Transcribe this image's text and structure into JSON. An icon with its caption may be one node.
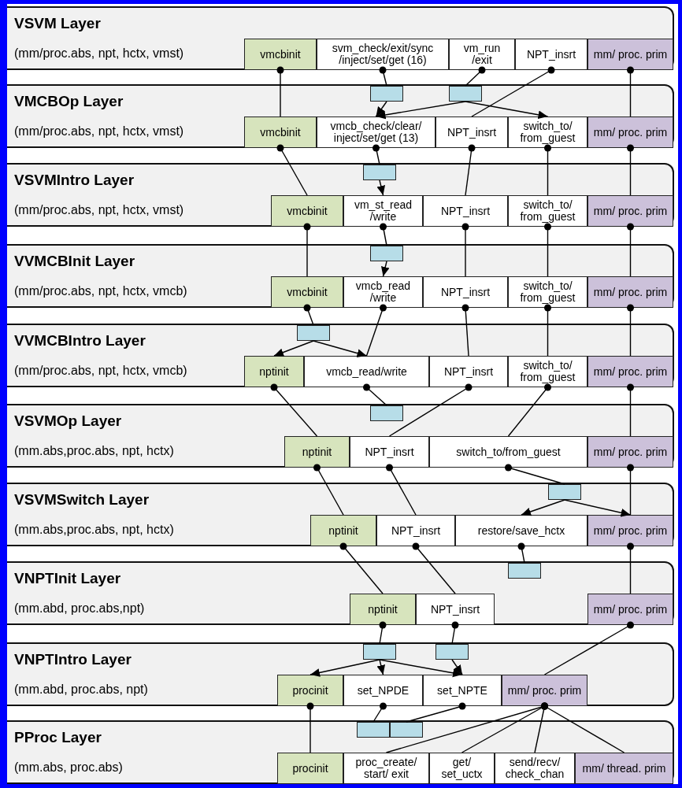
{
  "diagram": {
    "nodes": [
      {
        "text": [
          "VSVM Layer",
          "(mm/proc.abs, npt, hctx, vmst)"
        ]
      },
      {
        "text": [
          "vmcbinit"
        ],
        "in": 0
      },
      {
        "text": [
          "svm_check/exit/sync /inject/set/get (16)"
        ],
        "in": 0
      },
      {
        "text": [
          "vm_run /exit"
        ],
        "in": 0
      },
      {
        "text": [
          "NPT_insrt"
        ],
        "in": 0
      },
      {
        "text": [
          "mm/ proc. prim"
        ],
        "in": 0
      },
      {
        "text": [
          "VMCBOp Layer",
          "(mm/proc.abs, npt, hctx, vmst)"
        ]
      },
      {
        "text": [],
        "shape": "box",
        "in": 6
      },
      {
        "text": [],
        "shape": "box",
        "in": 6
      },
      {
        "text": [
          "vmcbinit"
        ],
        "in": 6
      },
      {
        "text": [
          "vmcb_check/clear/ inject/set/get (13)"
        ],
        "in": 6
      },
      {
        "text": [
          "NPT_insrt"
        ],
        "in": 6
      },
      {
        "text": [
          "switch_to/ from_guest"
        ],
        "in": 6
      },
      {
        "text": [
          "mm/ proc. prim"
        ],
        "in": 6
      },
      {
        "text": [
          "VSVMIntro Layer",
          "(mm/proc.abs, npt, hctx, vmst)"
        ]
      },
      {
        "text": [],
        "shape": "box",
        "in": 14
      },
      {
        "text": [
          "vmcbinit"
        ],
        "in": 14
      },
      {
        "text": [
          "vm_st_read /write"
        ],
        "in": 14
      },
      {
        "text": [
          "NPT_insrt"
        ],
        "in": 14
      },
      {
        "text": [
          "switch_to/ from_guest"
        ],
        "in": 14
      },
      {
        "text": [
          "mm/ proc. prim"
        ],
        "in": 14
      },
      {
        "text": [
          "VVMCBInit Layer",
          "(mm/proc.abs, npt, hctx, vmcb)"
        ]
      },
      {
        "text": [],
        "shape": "box",
        "in": 21
      },
      {
        "text": [
          "vmcbinit"
        ],
        "in": 21
      },
      {
        "text": [
          "vmcb_read /write"
        ],
        "in": 21
      },
      {
        "text": [
          "NPT_insrt"
        ],
        "in": 21
      },
      {
        "text": [
          "switch_to/ from_guest"
        ],
        "in": 21
      },
      {
        "text": [
          "mm/ proc. prim"
        ],
        "in": 21
      },
      {
        "text": [
          "VVMCBIntro Layer",
          "(mm/proc.abs, npt, hctx, vmcb)"
        ]
      },
      {
        "text": [],
        "shape": "box",
        "in": 28
      },
      {
        "text": [
          "nptinit"
        ],
        "in": 28
      },
      {
        "text": [
          "vmcb_read/write"
        ],
        "in": 28
      },
      {
        "text": [
          "NPT_insrt"
        ],
        "in": 28
      },
      {
        "text": [
          "switch_to/ from_guest"
        ],
        "in": 28
      },
      {
        "text": [
          "mm/ proc. prim"
        ],
        "in": 28
      },
      {
        "text": [
          "VSVMOp Layer",
          "(mm.abs,proc.abs, npt, hctx)"
        ]
      },
      {
        "text": [],
        "shape": "box",
        "in": 35
      },
      {
        "text": [
          "nptinit"
        ],
        "in": 35
      },
      {
        "text": [
          "NPT_insrt"
        ],
        "in": 35
      },
      {
        "text": [
          "switch_to/from_guest"
        ],
        "in": 35
      },
      {
        "text": [
          "mm/ proc. prim"
        ],
        "in": 35
      },
      {
        "text": [
          "VSVMSwitch Layer",
          "(mm.abs,proc.abs, npt, hctx)"
        ]
      },
      {
        "text": [],
        "shape": "box",
        "in": 41
      },
      {
        "text": [
          "nptinit"
        ],
        "in": 41
      },
      {
        "text": [
          "NPT_insrt"
        ],
        "in": 41
      },
      {
        "text": [
          "restore/save_hctx"
        ],
        "in": 41
      },
      {
        "text": [
          "mm/ proc. prim"
        ],
        "in": 41
      },
      {
        "text": [
          "VNPTInit Layer",
          "(mm.abd, proc.abs,npt)"
        ]
      },
      {
        "text": [],
        "shape": "box",
        "in": 47
      },
      {
        "text": [
          "nptinit"
        ],
        "in": 47
      },
      {
        "text": [
          "NPT_insrt"
        ],
        "in": 47
      },
      {
        "text": [
          "mm/ proc. prim"
        ],
        "in": 47
      },
      {
        "text": [
          "VNPTIntro Layer",
          "(mm.abd, proc.abs, npt)"
        ]
      },
      {
        "text": [],
        "shape": "box",
        "in": 52
      },
      {
        "text": [],
        "shape": "box",
        "in": 52
      },
      {
        "text": [
          "procinit"
        ],
        "in": 52
      },
      {
        "text": [
          "set_NPDE"
        ],
        "in": 52
      },
      {
        "text": [
          "set_NPTE"
        ],
        "in": 52
      },
      {
        "text": [
          "mm/ proc. prim"
        ],
        "in": 52
      },
      {
        "text": [
          "PProc Layer",
          "(mm.abs, proc.abs)"
        ]
      },
      {
        "text": [],
        "shape": "box",
        "in": 59
      },
      {
        "text": [],
        "shape": "box",
        "in": 59
      },
      {
        "text": [
          "procinit"
        ],
        "in": 59
      },
      {
        "text": [
          "proc_create/ start/ exit"
        ],
        "in": 59
      },
      {
        "text": [
          "get/ set_uctx"
        ],
        "in": 59
      },
      {
        "text": [
          "send/recv/ check_chan"
        ],
        "in": 59
      },
      {
        "text": [
          "mm/ thread. prim"
        ],
        "in": 59
      }
    ],
    "edges": [
      {
        "from": 1,
        "to": 9,
        "arrow": "other"
      },
      {
        "from": 2,
        "to": 7,
        "arrow": "other"
      },
      {
        "from": 7,
        "to": 10,
        "arrow": "to"
      },
      {
        "from": 3,
        "to": 8,
        "arrow": "other"
      },
      {
        "from": 8,
        "to": 10,
        "arrow": "to"
      },
      {
        "from": 8,
        "to": 12,
        "arrow": "to"
      },
      {
        "from": 4,
        "to": 11,
        "arrow": "other"
      },
      {
        "from": 5,
        "to": 13,
        "arrow": "other"
      },
      {
        "from": 9,
        "to": 16,
        "arrow": "other"
      },
      {
        "from": 10,
        "to": 15,
        "arrow": "other"
      },
      {
        "from": 15,
        "to": 17,
        "arrow": "to"
      },
      {
        "from": 11,
        "to": 18,
        "arrow": "other"
      },
      {
        "from": 12,
        "to": 19,
        "arrow": "other"
      },
      {
        "from": 13,
        "to": 20,
        "arrow": "other"
      },
      {
        "from": 16,
        "to": 23,
        "arrow": "other"
      },
      {
        "from": 17,
        "to": 22,
        "arrow": "other"
      },
      {
        "from": 22,
        "to": 24,
        "arrow": "to"
      },
      {
        "from": 18,
        "to": 25,
        "arrow": "other"
      },
      {
        "from": 19,
        "to": 26,
        "arrow": "other"
      },
      {
        "from": 20,
        "to": 27,
        "arrow": "other"
      },
      {
        "from": 23,
        "to": 29,
        "arrow": "other"
      },
      {
        "from": 29,
        "to": 30,
        "arrow": "to"
      },
      {
        "from": 29,
        "to": 31,
        "arrow": "to"
      },
      {
        "from": 24,
        "to": 31,
        "arrow": "other"
      },
      {
        "from": 25,
        "to": 32,
        "arrow": "other"
      },
      {
        "from": 26,
        "to": 33,
        "arrow": "other"
      },
      {
        "from": 27,
        "to": 34,
        "arrow": "other"
      },
      {
        "from": 30,
        "to": 37,
        "arrow": "other"
      },
      {
        "from": 31,
        "to": 36,
        "arrow": "other"
      },
      {
        "from": 32,
        "to": 38,
        "arrow": "other"
      },
      {
        "from": 33,
        "to": 39,
        "arrow": "other"
      },
      {
        "from": 34,
        "to": 40,
        "arrow": "other"
      },
      {
        "from": 37,
        "to": 43,
        "arrow": "other"
      },
      {
        "from": 38,
        "to": 44,
        "arrow": "other"
      },
      {
        "from": 39,
        "to": 42,
        "arrow": "other"
      },
      {
        "from": 42,
        "to": 45,
        "arrow": "to"
      },
      {
        "from": 42,
        "to": 46,
        "arrow": "to"
      },
      {
        "from": 40,
        "to": 46,
        "arrow": "other"
      },
      {
        "from": 43,
        "to": 49,
        "arrow": "other"
      },
      {
        "from": 44,
        "to": 50,
        "arrow": "other"
      },
      {
        "from": 45,
        "to": 48,
        "arrow": "other"
      },
      {
        "from": 46,
        "to": 51,
        "arrow": "other"
      },
      {
        "from": 49,
        "to": 53,
        "arrow": "other"
      },
      {
        "from": 53,
        "to": 55,
        "arrow": "to"
      },
      {
        "from": 53,
        "to": 56,
        "arrow": "to"
      },
      {
        "from": 53,
        "to": 57,
        "arrow": "to"
      },
      {
        "from": 50,
        "to": 54,
        "arrow": "other"
      },
      {
        "from": 54,
        "to": 57,
        "arrow": "to"
      },
      {
        "from": 51,
        "to": 58,
        "arrow": "other"
      },
      {
        "from": 55,
        "to": 62,
        "arrow": "other"
      },
      {
        "from": 56,
        "to": 60,
        "arrow": "other"
      },
      {
        "from": 57,
        "to": 61,
        "arrow": "other"
      },
      {
        "from": 58,
        "to": 63,
        "arrow": "other"
      },
      {
        "from": 58,
        "to": 64,
        "arrow": "other"
      },
      {
        "from": 58,
        "to": 65,
        "arrow": "other"
      },
      {
        "from": 58,
        "to": 66,
        "arrow": "other"
      }
    ]
  }
}
